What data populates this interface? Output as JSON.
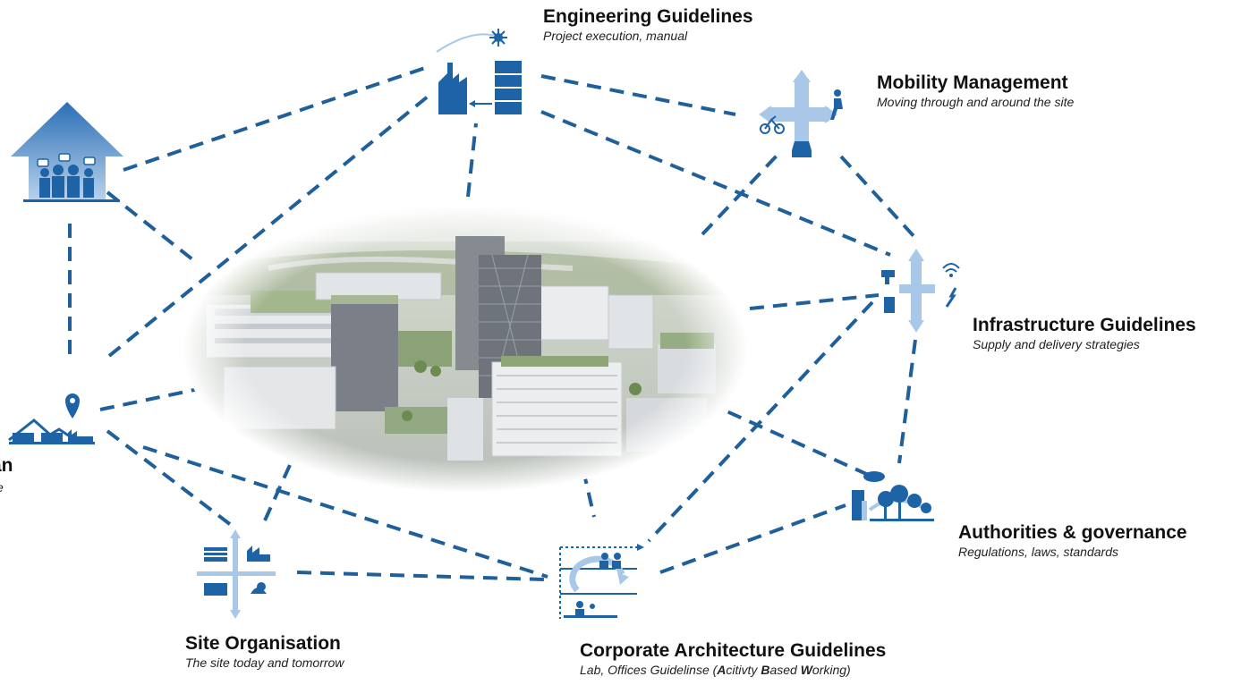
{
  "colors": {
    "accent": "#1d63a6",
    "dash": "#1f5f9a",
    "light_blue": "#a9c8e8",
    "building": "#8b8f96"
  },
  "nodes": {
    "engineering": {
      "title": "Engineering Guidelines",
      "subtitle": "Project execution, manual",
      "icon": "factory-building-icon"
    },
    "mobility": {
      "title": "Mobility Management",
      "subtitle": "Moving through and around the site",
      "icon": "mobility-crossroads-icon"
    },
    "infrastructure": {
      "title": "Infrastructure Guidelines",
      "subtitle": "Supply and delivery strategies",
      "icon": "utilities-supply-icon"
    },
    "authorities": {
      "title": "Authorities & governance",
      "subtitle": "Regulations, laws, standards",
      "icon": "landscape-regulation-icon"
    },
    "corporate": {
      "title": "Corporate Architecture Guidelines",
      "subtitle_parts": [
        "Lab, Offices Guidelinse (",
        "A",
        "citivty ",
        "B",
        "ased ",
        "W",
        "orking)"
      ],
      "icon": "activity-cycle-icon"
    },
    "site_org": {
      "title": "Site Organisation",
      "subtitle": "The site today and tomorrow",
      "icon": "site-quadrants-icon"
    },
    "master_plan": {
      "title_fragment": "an",
      "subtitle_fragment": "e",
      "icon": "location-pin-landscape-icon"
    },
    "people": {
      "icon": "people-growth-icon"
    }
  },
  "center_image": {
    "icon": "aerial-campus-photo"
  }
}
